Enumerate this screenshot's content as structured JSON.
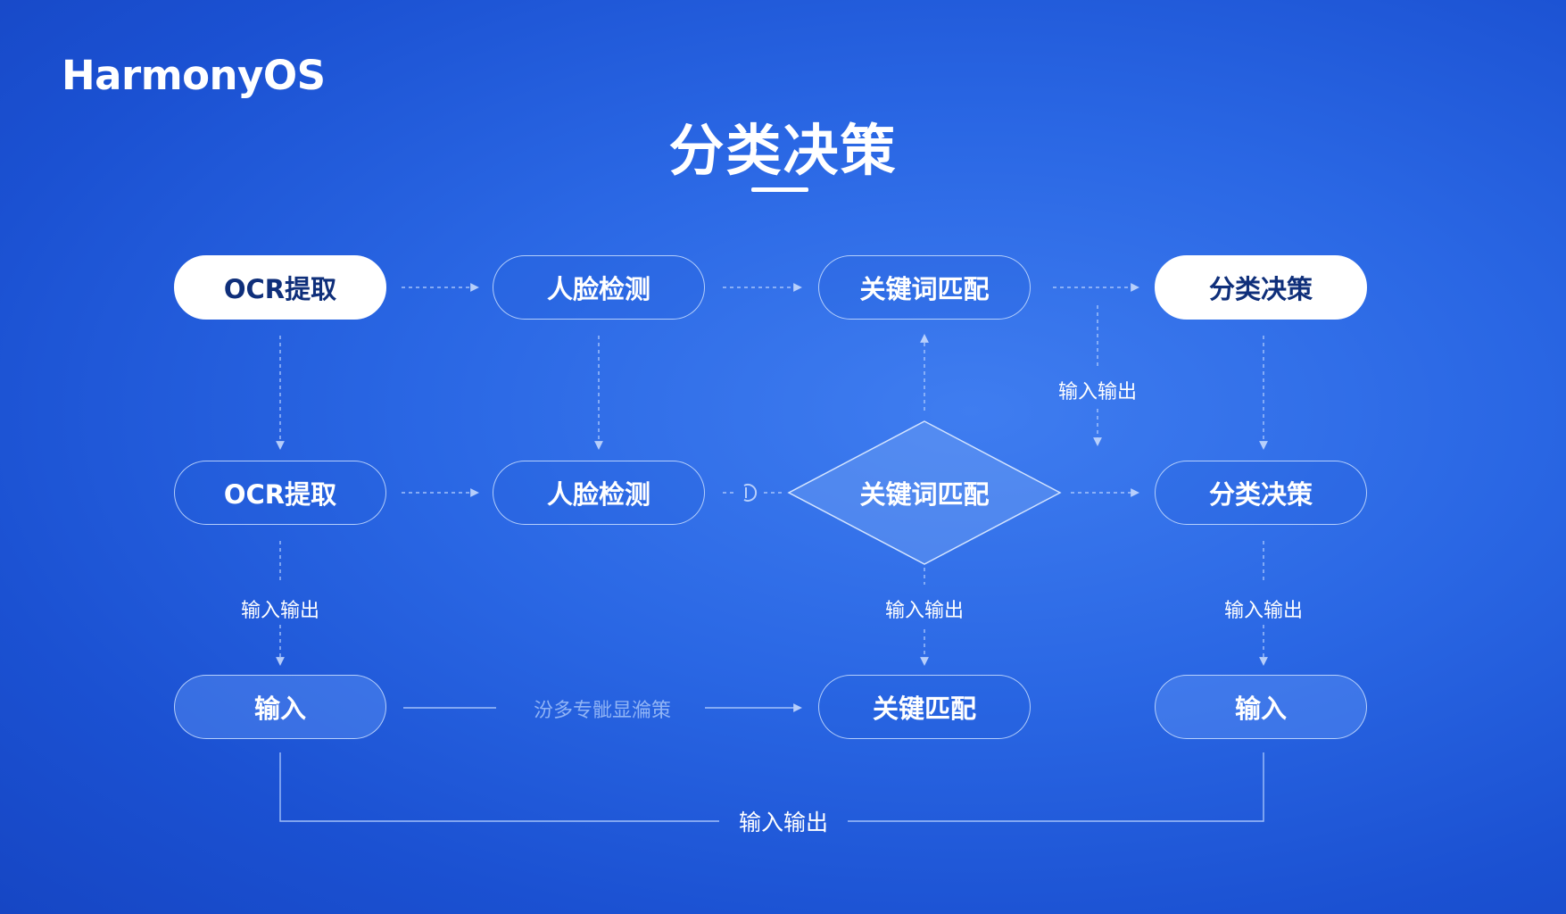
{
  "brand": {
    "logo_text": "HarmonyOS"
  },
  "title": "分类决策",
  "nodes": {
    "r1c1": "OCR提取",
    "r1c2": "人脸检测",
    "r1c3": "关键词匹配",
    "r1c4": "分类决策",
    "r2c1": "OCR提取",
    "r2c2": "人脸检测",
    "r2c3": "关键词匹配",
    "r2c4": "分类决策",
    "r3c1": "输入",
    "r3c3": "关键匹配",
    "r3c4": "输入"
  },
  "edge_labels": {
    "c4_between_r1_r2": "输入输出",
    "c1_r2_r3": "输入输出",
    "c3_r2_r3": "输入输出",
    "c4_r2_r3": "输入输出",
    "r3_middle": "汾多专骴显溣策",
    "bottom_loop": "输入输出"
  },
  "colors": {
    "background": "#2a67e4",
    "node_solid_fill": "#ffffff",
    "node_solid_text": "#0f2f7a",
    "line": "#cfe0ff"
  }
}
